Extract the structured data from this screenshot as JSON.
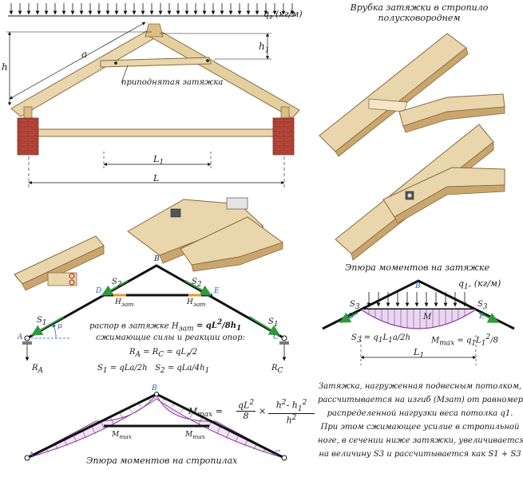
{
  "colors": {
    "wood": "#e9d6ad",
    "wood_dark": "#c9a66e",
    "wood_line": "#8a6a3c",
    "brick": "#b8483a",
    "beam": "#111111",
    "arrow_green": "#2f9a3c",
    "arrow_blue": "#2a5fb5",
    "moment_purple": "#8a3a9a",
    "support_gray": "#7a7a7a",
    "ring_red": "#c0392b"
  },
  "top_truss": {
    "load_label": "q",
    "load_sub": "г",
    "load_unit": "(кг/м)",
    "label_a": "a",
    "label_h": "h",
    "label_h1": "h",
    "label_h1_sub": "1",
    "raised_tie_label": "приподнятая затяжка",
    "span_L1": "L",
    "span_L1_sub": "1",
    "span_L": "L"
  },
  "joint_title": "Врубка затяжки в стропило полусковороднем",
  "force_diagram": {
    "node_A": "A",
    "node_B": "B",
    "node_C": "C",
    "node_D": "D",
    "node_E": "E",
    "S1": "S",
    "S1_sub": "1",
    "S2": "S",
    "S2_sub": "2",
    "mu": "μ",
    "H_left": "H",
    "H_left_sub": "зат",
    "H_right": "H",
    "H_right_sub": "зат",
    "RA": "R",
    "RA_sub": "A",
    "RC": "R",
    "RC_sub": "C",
    "line1": "распор в затяжке H",
    "line1_sub": "зат",
    "line1_eq": " = qL",
    "line1_sup": "2",
    "line1_tail": "/8h",
    "line1_tail_sub": "1",
    "line2": "сжимающие силы и реакции опор:",
    "line3": "R",
    "line3_sub_a": "A",
    "line3_mid": " = R",
    "line3_sub_c": "C",
    "line3_tail": " = qL",
    "line3_tail_sub": "г",
    "line3_end": "/2",
    "line4a": "S",
    "line4a_sub": "1",
    "line4a_eq": " = qLa/2h",
    "line4b": "S",
    "line4b_sub": "2",
    "line4b_eq": " = qLa/4h",
    "line4b_end_sub": "1"
  },
  "tie_moment": {
    "title": "Эпюра моментов на затяжке",
    "load_label": "q",
    "load_sub": "1",
    "load_unit": ", (кг/м)",
    "node_B": "B",
    "node_D": "D",
    "node_E": "E",
    "S3_left": "S",
    "S3_left_sub": "3",
    "S3_right": "S",
    "S3_right_sub": "3",
    "M": "M",
    "formula_left": "S",
    "formula_left_sub": "3",
    "formula_left_eq": " = q",
    "formula_left_sub2": "1",
    "formula_left_mid": "L",
    "formula_left_sub3": "1",
    "formula_left_end": "a/2h",
    "formula_right": "M",
    "formula_right_sub": "max",
    "formula_right_eq": " = q",
    "formula_right_sub2": "1",
    "formula_right_mid": "L",
    "formula_right_sub3": "1",
    "formula_right_sup": "2",
    "formula_right_end": "/8",
    "span": "L",
    "span_sub": "1"
  },
  "description": [
    "Затяжка, нагруженная подвесным потолком,",
    "рассчитывается на изгиб (Mзат) от равномерно",
    "распределенной нагрузки веса потолка q1.",
    "При этом сжимающее усилие в стропильной",
    "ноге, в сечении ниже затяжки, увеличивается",
    "на величину S3 и рассчитывается как S1 + S3"
  ],
  "rafter_moment": {
    "node_A": "A",
    "node_B": "B",
    "node_C": "C",
    "Mmax_left": "M",
    "Mmax_left_sub": "max",
    "Mmax_right": "M",
    "Mmax_right_sub": "max",
    "formula_lhs": "M",
    "formula_lhs_sub": "max",
    "formula_eq": " = ",
    "frac1_num": "qL",
    "frac1_num_sup": "2",
    "frac1_den": "8",
    "times": "×",
    "frac2_num": "h",
    "frac2_num_sup": "2",
    "frac2_num_mid": "- h",
    "frac2_num_sub": "1",
    "frac2_num_sup2": "2",
    "frac2_den": "h",
    "frac2_den_sup": "2",
    "title": "Эпюра моментов на стропилах"
  }
}
